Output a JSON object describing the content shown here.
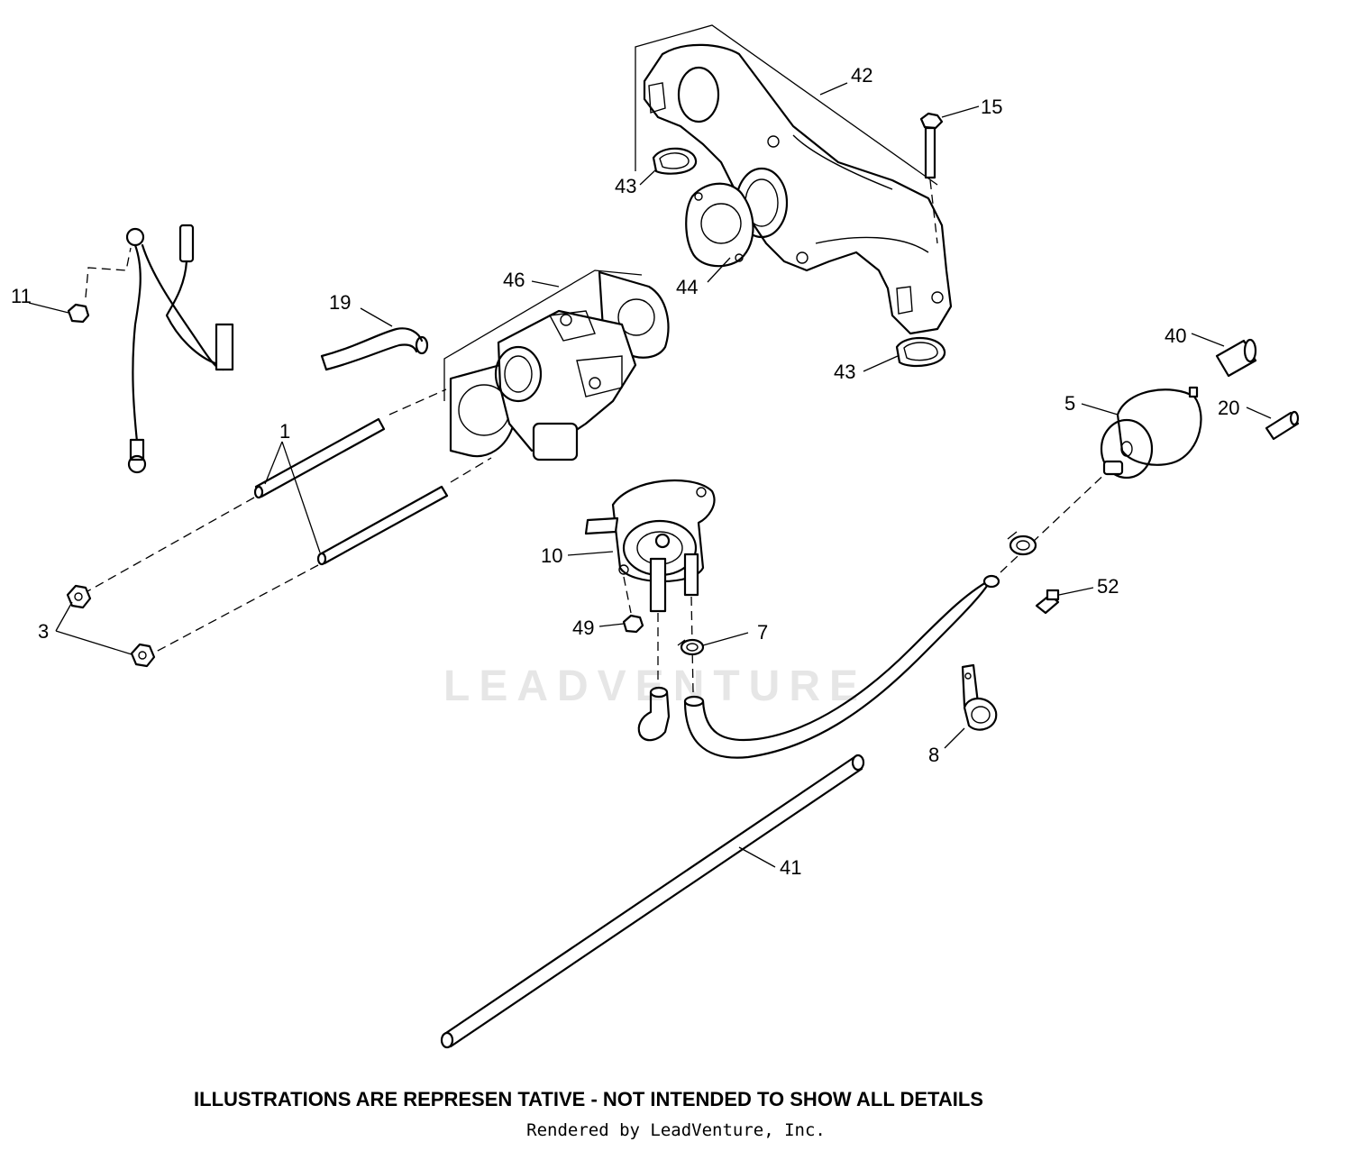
{
  "watermark": "LEADVENTURE",
  "callouts": {
    "c1": "1",
    "c3": "3",
    "c5": "5",
    "c7": "7",
    "c8": "8",
    "c10": "10",
    "c11": "11",
    "c15": "15",
    "c19": "19",
    "c20": "20",
    "c40": "40",
    "c41": "41",
    "c42": "42",
    "c43a": "43",
    "c43b": "43",
    "c44": "44",
    "c46": "46",
    "c49": "49",
    "c52": "52"
  },
  "footer": {
    "disclaimer": "ILLUSTRATIONS ARE REPRESEN TATIVE - NOT INTENDED  TO SHOW ALL DETAILS",
    "credit": "Rendered by LeadVenture, Inc."
  }
}
